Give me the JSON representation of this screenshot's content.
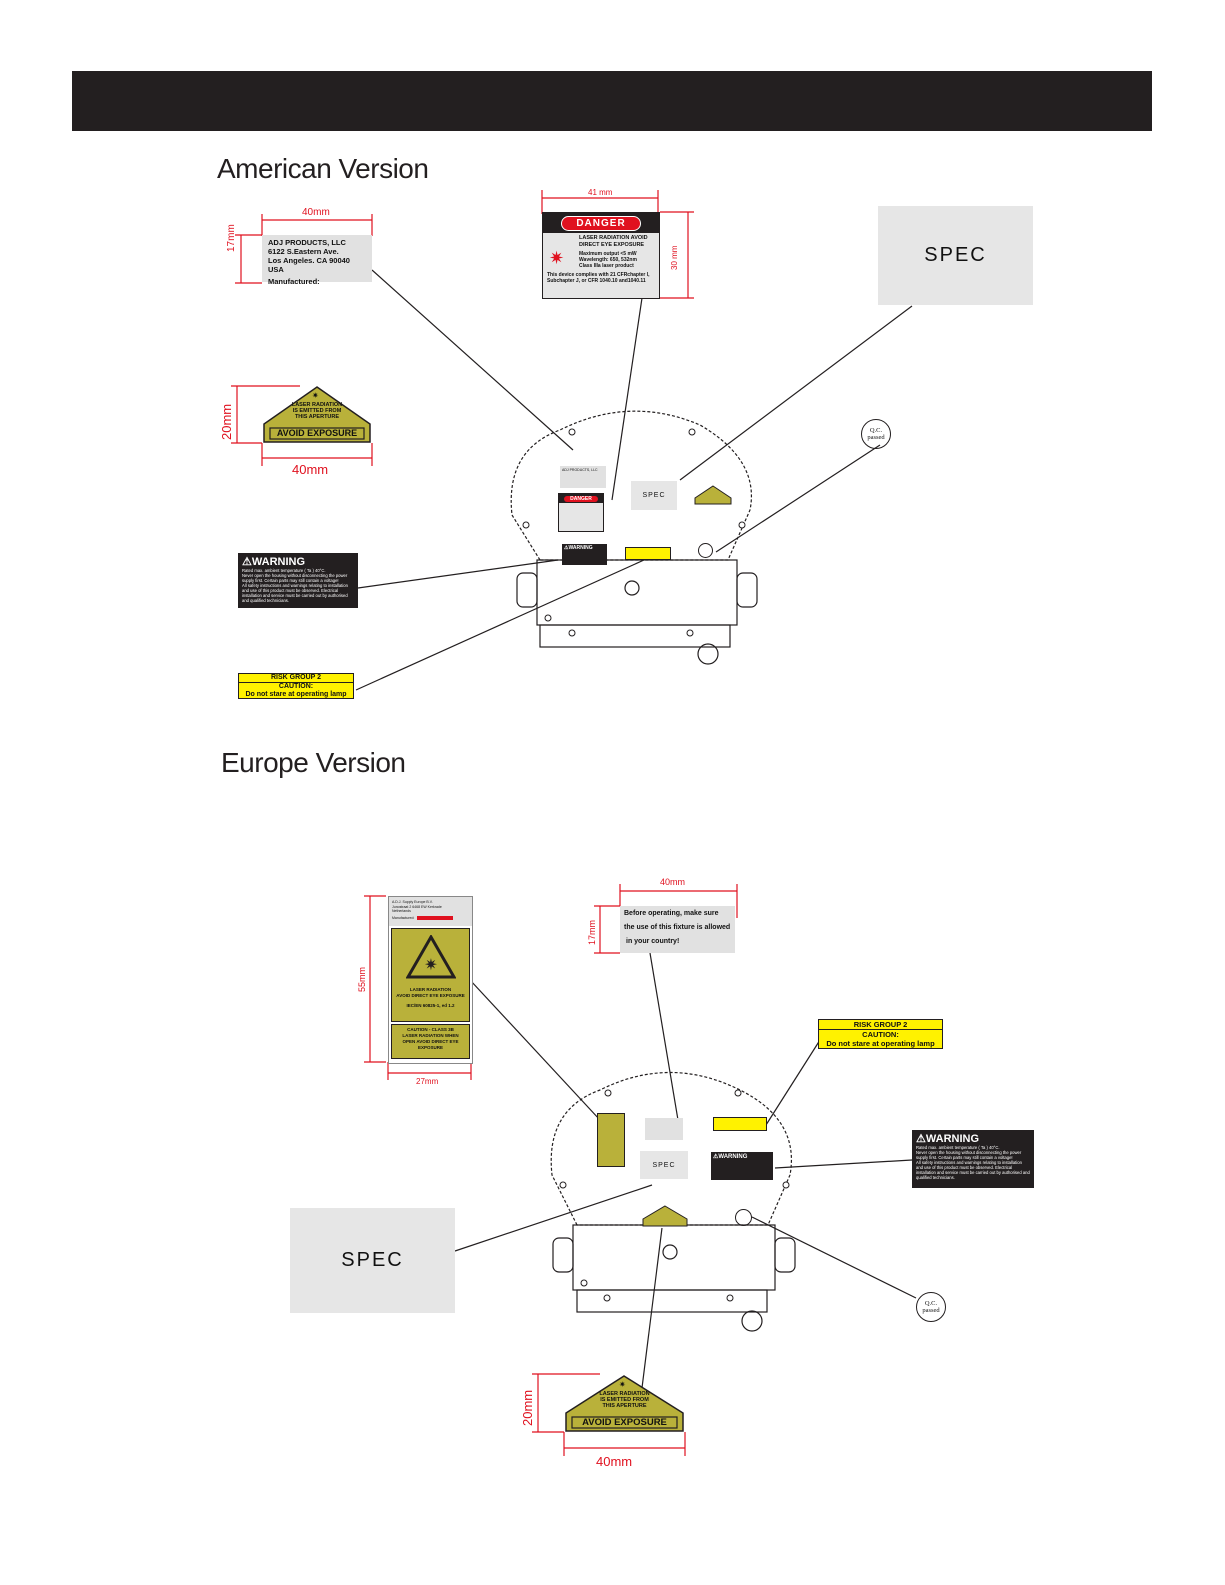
{
  "american": {
    "title": "American Version",
    "adj": {
      "l1": "ADJ PRODUCTS, LLC",
      "l2": "6122 S.Eastern Ave.",
      "l3": "Los Angeles. CA 90040 USA",
      "l4": "Manufactured:",
      "w": "40mm",
      "h": "17mm"
    },
    "danger": {
      "badge": "DANGER",
      "l1": "LASER RADIATION  AVOID",
      "l2": "DIRECT EYE EXPOSURE",
      "l3": "Maximum output <5 mW",
      "l4": "Wavelength: 650, 532nm",
      "l5": "Class IIIa laser product",
      "l6": "This device complies with 21 CFRchapter I,",
      "l7": "Subchapter J, or CFR 1040.10 and1040.11",
      "w": "41 mm",
      "h": "30 mm"
    },
    "spec": "SPEC",
    "tri": {
      "l1": "LASER RADIATION",
      "l2": "IS EMITTED FROM",
      "l3": "THIS  APERTURE",
      "l4": "AVOID EXPOSURE",
      "w": "40mm",
      "h": "20mm"
    },
    "warning": {
      "title": "WARNING",
      "b1": "Rated max. ambient temperature ( Ta ) 40°C.",
      "b2": "Never open the housing without disconnecting the power supply first. Certain parts may still contain a voltage!",
      "b3": "All safety instructions and warnings relating to installation and use of this product must be observed. Electrical installation and service must be carried out by authorised and qualified technicians."
    },
    "risk": {
      "l1": "RISK GROUP 2",
      "l2": "CAUTION:",
      "l3": "Do not stare at operating lamp"
    },
    "qc": {
      "l1": "Q.C.",
      "l2": "passed"
    },
    "mini": {
      "adj": "ADJ PRODUCTS, LLC",
      "spec": "SPEC",
      "danger": "DANGER",
      "warning": "WARNING"
    }
  },
  "europe": {
    "title": "Europe Version",
    "tall": {
      "l1": "A.D.J. Supply Europe B.V.",
      "l2": "Junostraat 2 6468 EW Kerkrade",
      "l3": "Netherlands",
      "l4": "Manufactured:",
      "l5": "LASER RADIATION",
      "l6": "AVOID DIRECT EYE EXPOSURE",
      "l7": "IEC/EN 60825-1, ed 1.2",
      "l8": "CAUTION - CLASS 3B",
      "l9": "LASER RADIATION WHEN",
      "l10": "OPEN AVOID DIRECT EYE",
      "l11": "EXPOSURE",
      "w": "27mm",
      "h": "55mm"
    },
    "before": {
      "l1": "Before operating, make sure",
      "l2": "the use of this fixture is allowed",
      "l3": "in your country!",
      "w": "40mm",
      "h": "17mm"
    },
    "risk": {
      "l1": "RISK GROUP 2",
      "l2": "CAUTION:",
      "l3": "Do not stare at operating lamp"
    },
    "warning": {
      "title": "WARNING",
      "b1": "Rated max. ambient temperature ( Ta ) 40°C.",
      "b2": "Never open the housing without disconnecting the power supply first. Certain parts may still contain a voltage!",
      "b3": "All safety instructions and warnings relating to installation and use of this product must be observed. Electrical installation and service must be carried out by authorised and qualified technicians."
    },
    "spec": "SPEC",
    "qc": {
      "l1": "Q.C.",
      "l2": "passed"
    },
    "tri": {
      "l1": "LASER RADIATION",
      "l2": "IS EMITTED FROM",
      "l3": "THIS  APERTURE",
      "l4": "AVOID EXPOSURE",
      "w": "40mm",
      "h": "20mm"
    },
    "mini": {
      "spec": "SPEC",
      "warning": "WARNING"
    }
  },
  "colors": {
    "dimension": "#e0111f",
    "warning_yellow": "#fff200",
    "laser_yellow": "#b9b13a",
    "header": "#231f20"
  }
}
